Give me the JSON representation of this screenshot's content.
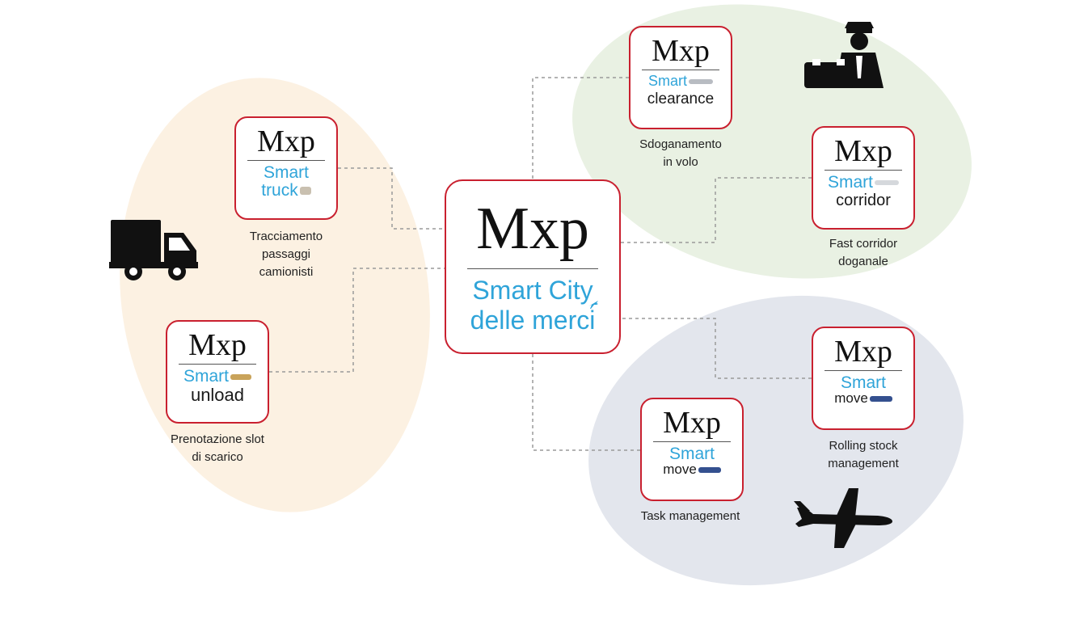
{
  "center": {
    "logo": "Mxp",
    "line1": "Smart City",
    "line2": "delle merci"
  },
  "cards": [
    {
      "id": "truck",
      "logo": "Mxp",
      "smart": "Smart",
      "sub": "truck",
      "caption1": "Tracciamento",
      "caption2": "passaggi",
      "caption3": "camionisti"
    },
    {
      "id": "unload",
      "logo": "Mxp",
      "smart": "Smart",
      "sub": "unload",
      "caption1": "Prenotazione slot",
      "caption2": "di scarico"
    },
    {
      "id": "clearance",
      "logo": "Mxp",
      "smart": "Smart",
      "sub": "clearance",
      "caption1": "Sdoganamento",
      "caption2": "in volo"
    },
    {
      "id": "corridor",
      "logo": "Mxp",
      "smart": "Smart",
      "sub": "corridor",
      "caption1": "Fast corridor",
      "caption2": "doganale"
    },
    {
      "id": "move1",
      "logo": "Mxp",
      "smart": "Smart",
      "sub": "move",
      "caption1": "Rolling stock",
      "caption2": "management"
    },
    {
      "id": "move2",
      "logo": "Mxp",
      "smart": "Smart",
      "sub": "move",
      "caption1": "Task management"
    }
  ],
  "icons": [
    "truck-icon",
    "customs-officer-icon",
    "airplane-icon"
  ],
  "colors": {
    "card_border": "#c9202f",
    "smart_blue": "#2fa4d9",
    "zone_logistics": "#fcf1e2",
    "zone_customs": "#e9f1e3",
    "zone_operations": "#e3e6ed"
  }
}
